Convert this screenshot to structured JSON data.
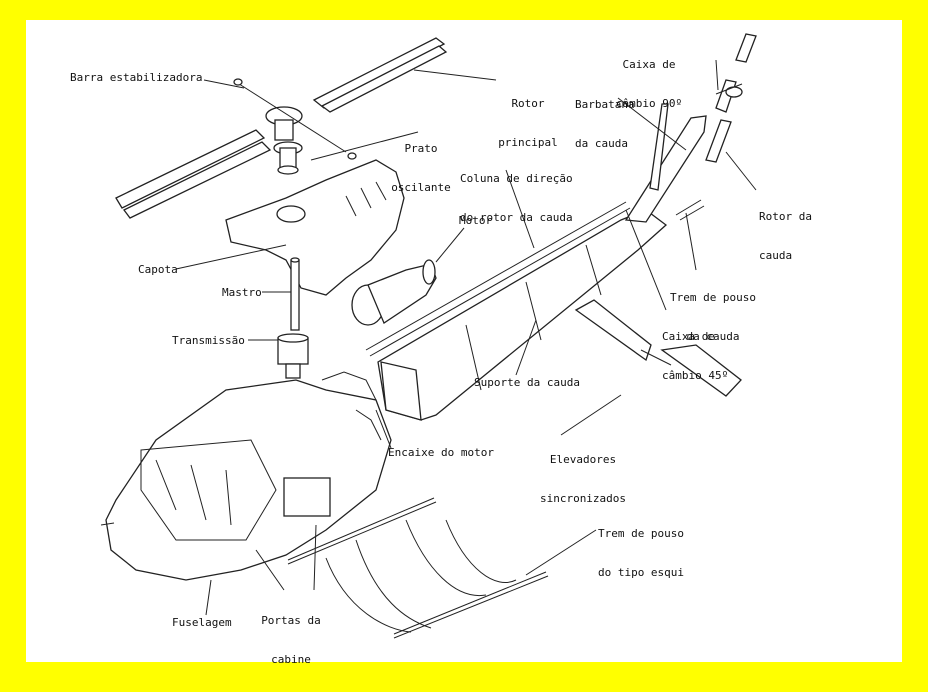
{
  "background_color": "#ffff00",
  "labels": {
    "barra_estabilizadora": "Barra estabilizadora",
    "rotor_principal_1": "Rotor",
    "rotor_principal_2": "principal",
    "prato_1": "Prato",
    "prato_2": "oscilante",
    "caixa90_1": "Caixa de",
    "caixa90_2": "câmbio 90º",
    "barbatana_1": "Barbatana",
    "barbatana_2": "da cauda",
    "coluna_1": "Coluna de direção",
    "coluna_2": "do rotor da cauda",
    "rotor_cauda_1": "Rotor da",
    "rotor_cauda_2": "cauda",
    "motor": "Motor",
    "capota": "Capota",
    "mastro": "Mastro",
    "transmissao": "Transmissão",
    "trem_cauda_1": "Trem de pouso",
    "trem_cauda_2": "da cauda",
    "caixa45_1": "Caixa de",
    "caixa45_2": "câmbio 45º",
    "suporte_cauda": "Suporte da cauda",
    "encaixe_motor": "Encaixe do motor",
    "elevadores_1": "Elevadores",
    "elevadores_2": "sincronizados",
    "trem_esqui_1": "Trem de pouso",
    "trem_esqui_2": "do tipo esqui",
    "portas_1": "Portas da",
    "portas_2": "cabine",
    "fuselagem": "Fuselagem"
  }
}
